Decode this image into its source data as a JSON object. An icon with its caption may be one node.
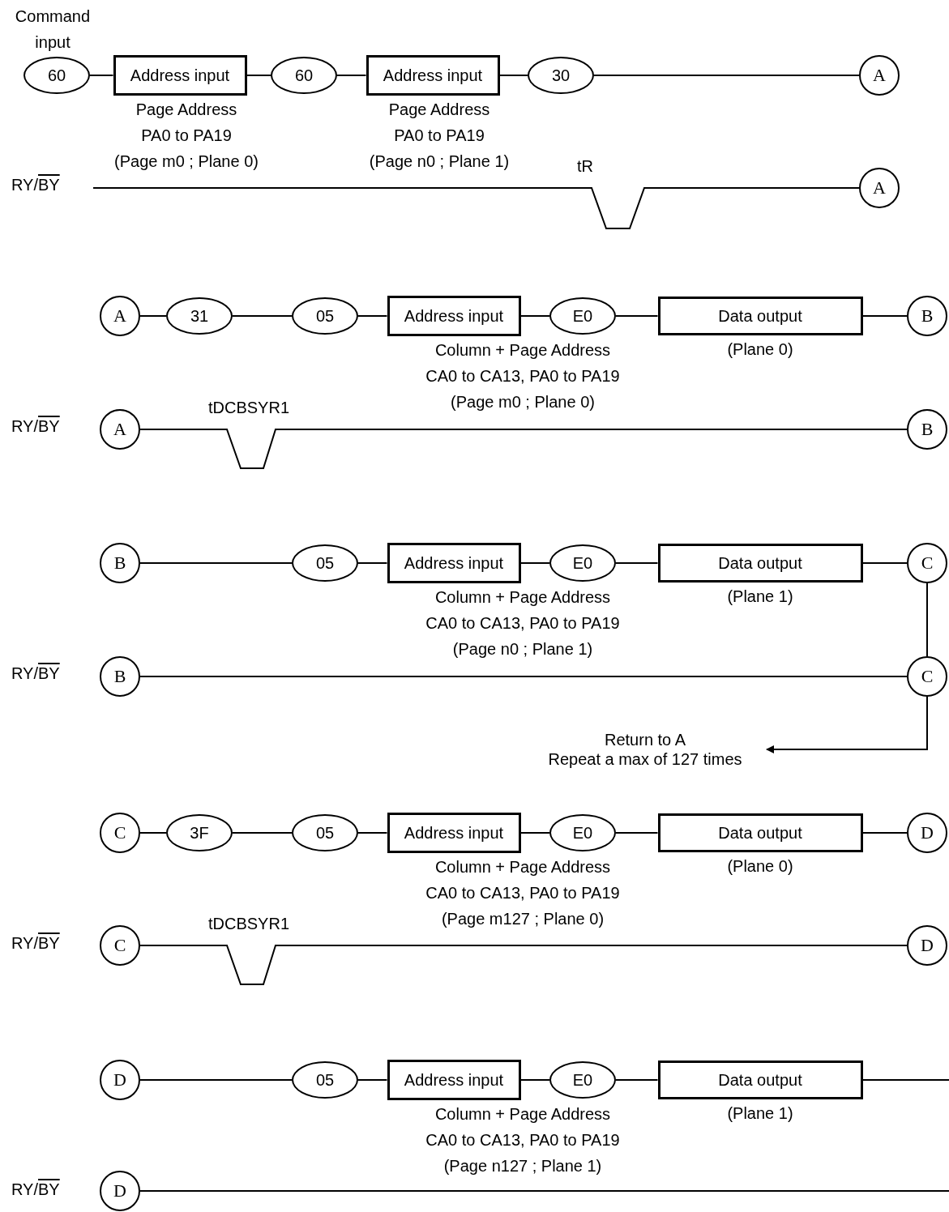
{
  "diagram": {
    "nodes": [
      {
        "text": [
          "60"
        ]
      },
      {
        "text": [
          "Address input"
        ],
        "beside": [
          "Page Address",
          "PA0 to PA19",
          "(Page m0 ; Plane 0)"
        ]
      },
      {
        "text": [
          "60"
        ]
      },
      {
        "text": [
          "Address input"
        ],
        "beside": [
          "Page Address",
          "PA0 to PA19",
          "(Page n0 ; Plane 1)"
        ]
      },
      {
        "text": [
          "30"
        ]
      },
      {
        "text": [
          "A"
        ]
      },
      {
        "text": [
          "A"
        ]
      },
      {
        "text": [
          "A"
        ]
      },
      {
        "text": [
          "31"
        ]
      },
      {
        "text": [
          "05"
        ]
      },
      {
        "text": [
          "Address input"
        ],
        "beside": [
          "Column + Page Address",
          "CA0 to CA13, PA0 to PA19",
          "(Page m0 ; Plane 0)"
        ]
      },
      {
        "text": [
          "E0"
        ]
      },
      {
        "text": [
          "Data output"
        ],
        "beside": [
          "(Plane 0)"
        ]
      },
      {
        "text": [
          "B"
        ]
      },
      {
        "text": [
          "A"
        ]
      },
      {
        "text": [
          "B"
        ]
      },
      {
        "text": [
          "B"
        ]
      },
      {
        "text": [
          "05"
        ]
      },
      {
        "text": [
          "Address input"
        ],
        "beside": [
          "Column + Page Address",
          "CA0 to CA13, PA0 to PA19",
          "(Page n0 ; Plane 1)"
        ]
      },
      {
        "text": [
          "E0"
        ]
      },
      {
        "text": [
          "Data output"
        ],
        "beside": [
          "(Plane 1)"
        ]
      },
      {
        "text": [
          "C"
        ]
      },
      {
        "text": [
          "B"
        ]
      },
      {
        "text": [
          "C"
        ]
      },
      {
        "text": [
          "Return to A",
          "Repeat a max of 127 times"
        ]
      },
      {
        "text": [
          "C"
        ]
      },
      {
        "text": [
          "3F"
        ]
      },
      {
        "text": [
          "05"
        ]
      },
      {
        "text": [
          "Address input"
        ],
        "beside": [
          "Column + Page Address",
          "CA0 to CA13, PA0 to PA19",
          "(Page m127 ; Plane 0)"
        ]
      },
      {
        "text": [
          "E0"
        ]
      },
      {
        "text": [
          "Data output"
        ],
        "beside": [
          "(Plane 0)"
        ]
      },
      {
        "text": [
          "D"
        ]
      },
      {
        "text": [
          "C"
        ]
      },
      {
        "text": [
          "D"
        ]
      },
      {
        "text": [
          "D"
        ]
      },
      {
        "text": [
          "05"
        ]
      },
      {
        "text": [
          "Address input"
        ],
        "beside": [
          "Column + Page Address",
          "CA0 to CA13, PA0 to PA19",
          "(Page n127 ; Plane 1)"
        ]
      },
      {
        "text": [
          "E0"
        ]
      },
      {
        "text": [
          "Data output"
        ],
        "beside": [
          "(Plane 1)"
        ]
      },
      {
        "text": [
          "D"
        ]
      }
    ],
    "edges": [
      {
        "from": 0,
        "to": 1,
        "arrow": "none"
      },
      {
        "from": 1,
        "to": 2,
        "arrow": "none"
      },
      {
        "from": 2,
        "to": 3,
        "arrow": "none"
      },
      {
        "from": 3,
        "to": 4,
        "arrow": "none"
      },
      {
        "from": 4,
        "to": 5,
        "arrow": "none"
      },
      {
        "from": null,
        "to": 6,
        "arrow": "none",
        "label": "tR"
      },
      {
        "from": 7,
        "to": 8,
        "arrow": "none"
      },
      {
        "from": 8,
        "to": 9,
        "arrow": "none"
      },
      {
        "from": 9,
        "to": 10,
        "arrow": "none"
      },
      {
        "from": 10,
        "to": 11,
        "arrow": "none"
      },
      {
        "from": 11,
        "to": 12,
        "arrow": "none"
      },
      {
        "from": 12,
        "to": 13,
        "arrow": "none"
      },
      {
        "from": 14,
        "to": 15,
        "arrow": "none",
        "label": "tDCBSYR1"
      },
      {
        "from": 16,
        "to": 17,
        "arrow": "none"
      },
      {
        "from": 17,
        "to": 18,
        "arrow": "none"
      },
      {
        "from": 18,
        "to": 19,
        "arrow": "none"
      },
      {
        "from": 19,
        "to": 20,
        "arrow": "none"
      },
      {
        "from": 20,
        "to": 21,
        "arrow": "none"
      },
      {
        "from": 22,
        "to": 23,
        "arrow": "none"
      },
      {
        "from": 21,
        "to": 23,
        "arrow": "none"
      },
      {
        "from": 23,
        "to": 24,
        "arrow": "to"
      },
      {
        "from": 25,
        "to": 26,
        "arrow": "none"
      },
      {
        "from": 26,
        "to": 27,
        "arrow": "none"
      },
      {
        "from": 27,
        "to": 28,
        "arrow": "none"
      },
      {
        "from": 28,
        "to": 29,
        "arrow": "none"
      },
      {
        "from": 29,
        "to": 30,
        "arrow": "none"
      },
      {
        "from": 30,
        "to": 31,
        "arrow": "none"
      },
      {
        "from": 32,
        "to": 33,
        "arrow": "none",
        "label": "tDCBSYR1"
      },
      {
        "from": 34,
        "to": 35,
        "arrow": "none"
      },
      {
        "from": 35,
        "to": 36,
        "arrow": "none"
      },
      {
        "from": 36,
        "to": 37,
        "arrow": "none"
      },
      {
        "from": 37,
        "to": 38,
        "arrow": "none"
      },
      {
        "from": 38,
        "to": null,
        "arrow": "none"
      },
      {
        "from": 39,
        "to": null,
        "arrow": "none"
      }
    ],
    "labels": [
      "Command input",
      "RY/BY",
      "RY/BY",
      "RY/BY",
      "RY/BY",
      "RY/BY"
    ]
  }
}
